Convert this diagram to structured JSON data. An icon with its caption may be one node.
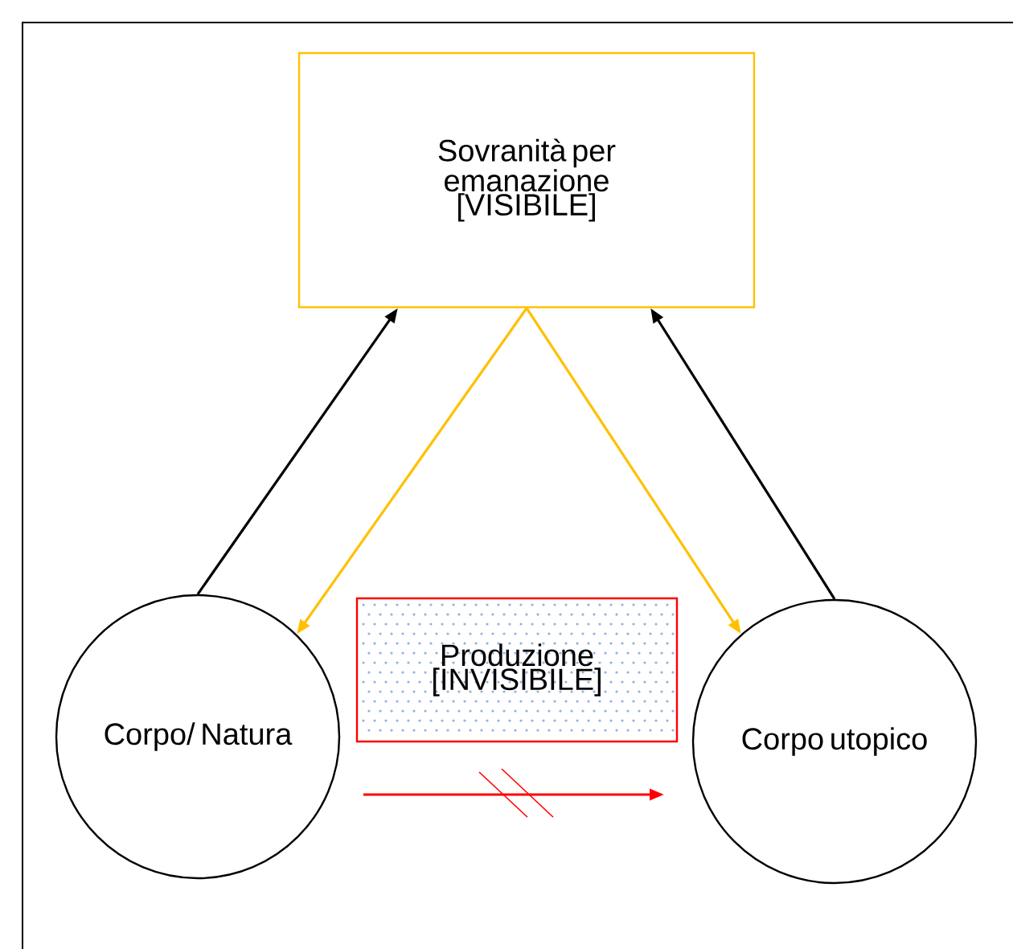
{
  "diagram": {
    "nodes": [
      {
        "text": [
          "Sovranità per emanazione [VISIBILE]"
        ]
      },
      {
        "text": [
          "Corpo/ Natura"
        ]
      },
      {
        "text": [
          "Produzione [INVISIBILE]"
        ]
      },
      {
        "text": [
          "Corpo utopico"
        ]
      }
    ],
    "edges": [
      {
        "from": 1,
        "to": 0,
        "arrow": "to"
      },
      {
        "from": 0,
        "to": 1,
        "arrow": "to",
        "color": "#ffc000"
      },
      {
        "from": 0,
        "to": 3,
        "arrow": "to",
        "color": "#ffc000"
      },
      {
        "from": 3,
        "to": 0,
        "arrow": "to"
      },
      {
        "from": 1,
        "to": 3,
        "arrow": "to",
        "color": "#ff0000"
      }
    ]
  }
}
